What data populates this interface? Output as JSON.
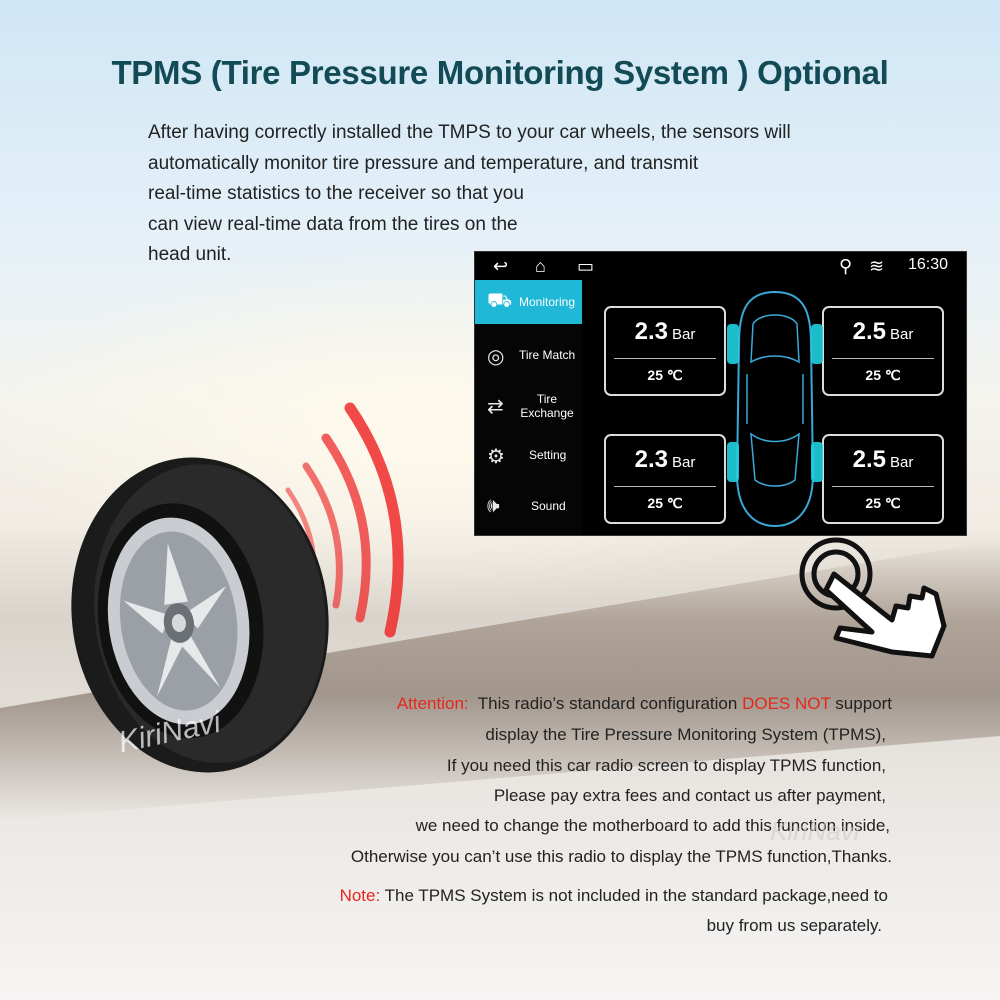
{
  "headline": "TPMS (Tire Pressure Monitoring System ) Optional",
  "intro": [
    "After having correctly installed the TMPS to your car wheels, the sensors will",
    "automatically monitor tire pressure and temperature, and transmit",
    "real-time statistics to the receiver so that you",
    "can view real-time data from the tires on the",
    "head unit."
  ],
  "device": {
    "status": {
      "time": "16:30",
      "icons": [
        "back-icon",
        "home-icon",
        "recent-apps-icon",
        "location-icon",
        "wifi-icon"
      ]
    },
    "sidebar": [
      {
        "label": "Monitoring",
        "icon": "garage-icon",
        "active": true
      },
      {
        "label": "Tire Match",
        "icon": "tire-icon"
      },
      {
        "label": "Tire Exchange",
        "icon": "exchange-icon"
      },
      {
        "label": "Setting",
        "icon": "gear-icon"
      },
      {
        "label": "Sound",
        "icon": "speaker-icon"
      }
    ],
    "tires": {
      "front_left": {
        "pressure": "2.3",
        "unit": "Bar",
        "temp": "25 ℃"
      },
      "front_right": {
        "pressure": "2.5",
        "unit": "Bar",
        "temp": "25 ℃"
      },
      "rear_left": {
        "pressure": "2.3",
        "unit": "Bar",
        "temp": "25 ℃"
      },
      "rear_right": {
        "pressure": "2.5",
        "unit": "Bar",
        "temp": "25 ℃"
      }
    },
    "accent_color": "#1fb8d6"
  },
  "attention": {
    "label": "Attention:",
    "line1_pre": "This radio’s standard configuration",
    "line1_emph": "DOES NOT",
    "line1_post": "support",
    "lines": [
      "display the Tire Pressure Monitoring System (TPMS),",
      "If you need this car radio screen to display TPMS function,",
      "Please pay extra fees and contact us after payment,",
      "we need to change the motherboard to add this function inside,",
      "Otherwise you can’t use this radio to display the TPMS function,Thanks."
    ]
  },
  "note": {
    "label": "Note:",
    "line1": "The TPMS System is not included in the standard package,need to",
    "line2": "buy from us separately."
  },
  "watermark": "KiriNavi"
}
